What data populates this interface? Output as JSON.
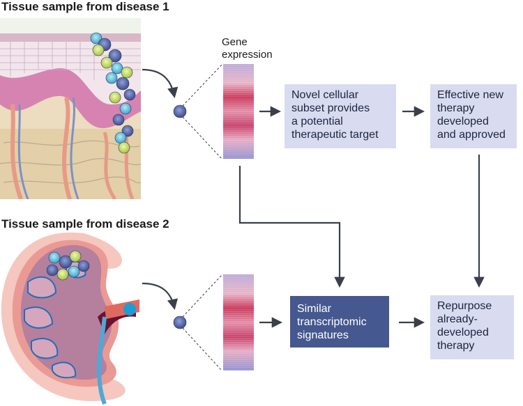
{
  "panels": {
    "disease1_title": "Tissue sample from disease 1",
    "disease2_title": "Tissue sample from disease 2"
  },
  "gene_expression": {
    "label_line1": "Gene",
    "label_line2": "expression"
  },
  "boxes": {
    "novel_subset": [
      "Novel cellular",
      "subset provides",
      "a potential",
      "therapeutic target"
    ],
    "effective_therapy": [
      "Effective new",
      "therapy",
      "developed",
      "and approved"
    ],
    "similar_signatures": [
      "Similar",
      "transcriptomic",
      "signatures"
    ],
    "repurpose": [
      "Repurpose",
      "already-",
      "developed",
      "therapy"
    ]
  },
  "colors": {
    "light_box": "#d9dcf0",
    "dark_box": "#45588f",
    "arrow": "#3a3f4a",
    "cell": "#5b6aa8"
  }
}
